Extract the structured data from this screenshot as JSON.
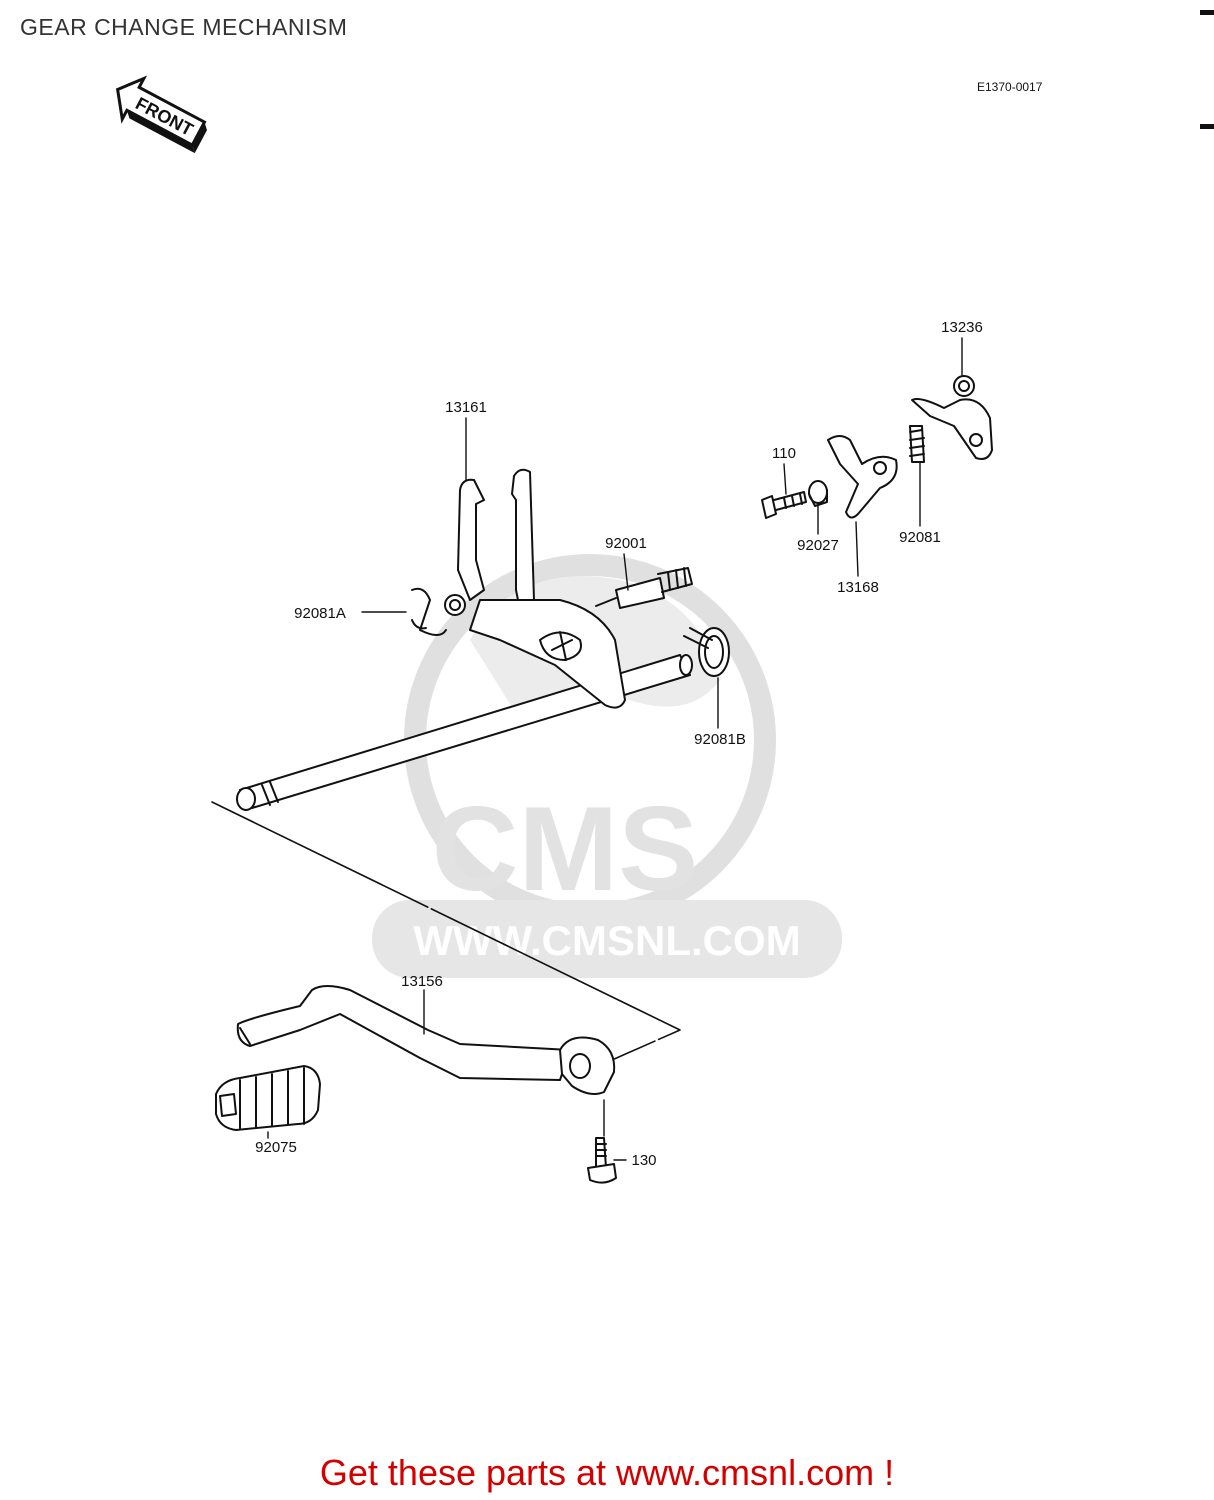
{
  "page": {
    "title": "GEAR CHANGE MECHANISM",
    "diagram_ref": "E1370-0017",
    "footer_text": "Get these parts at www.cmsnl.com !"
  },
  "front_arrow": {
    "label": "FRONT"
  },
  "watermark": {
    "brand": "CMS",
    "url": "WWW.CMSNL.COM"
  },
  "parts": {
    "p13161": "13161",
    "p92081A": "92081A",
    "p92001": "92001",
    "p92081B": "92081B",
    "p110": "110",
    "p92027": "92027",
    "p13168": "13168",
    "p92081": "92081",
    "p13236": "13236",
    "p13156": "13156",
    "p92075": "92075",
    "p130": "130"
  },
  "colors": {
    "footer": "#d40000",
    "line": "#111111",
    "watermark": "#e6e6e6"
  }
}
